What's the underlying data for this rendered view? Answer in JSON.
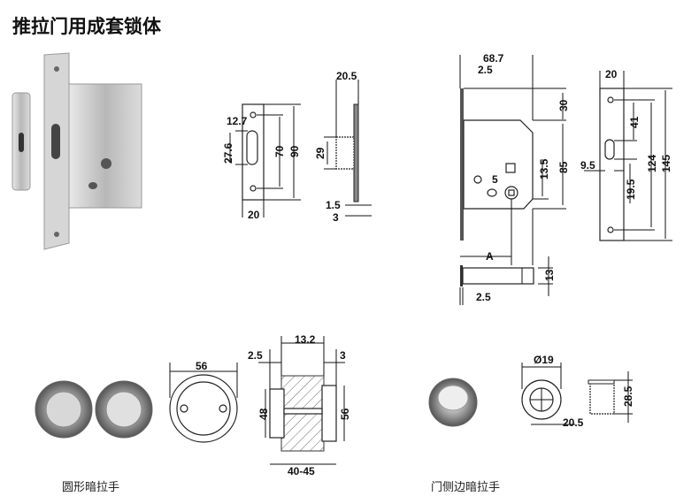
{
  "title": "推拉门用成套锁体",
  "captions": {
    "round_pull": "圆形暗拉手",
    "edge_pull": "门侧边暗拉手"
  },
  "strike_plate": {
    "d1": "12.7",
    "d2": "27.6",
    "d3": "70",
    "d4": "90",
    "d5": "20",
    "s1": "20.5",
    "s2": "29",
    "s3": "1.5",
    "s4": "3"
  },
  "lock_body": {
    "d1": "68.7",
    "d2": "2.5",
    "d3": "30",
    "d4": "85",
    "d5": "13.5",
    "d6": "5",
    "d7": "A",
    "d8": "13",
    "d9": "2.5"
  },
  "faceplate": {
    "d1": "20",
    "d2": "41",
    "d3": "124",
    "d4": "145",
    "d5": "9.5",
    "d6": "19.5"
  },
  "round_pull": {
    "d1": "56",
    "d2": "2.5",
    "d3": "13.2",
    "d4": "3",
    "d5": "48",
    "d6": "56",
    "d7": "40-45"
  },
  "edge_pull": {
    "d1": "Ø19",
    "d2": "20.5",
    "d3": "28.5"
  }
}
